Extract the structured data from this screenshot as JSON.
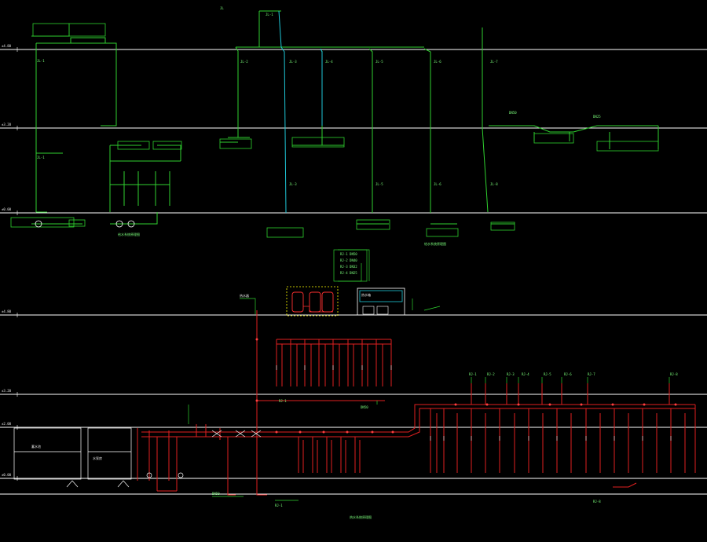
{
  "drawing": {
    "background": "#000000",
    "colors": {
      "floor_line": "#ffffff",
      "supply_pipe": "#2fd12f",
      "riser_pipe": "#1fc8d8",
      "hot_water_pipe": "#e02020",
      "label_text": "#e8e8e8",
      "frame": "#ffff00"
    },
    "icons": [
      "pump-icon",
      "water-tank-icon",
      "valve-icon",
      "water-heater-icon"
    ],
    "top_floor_tags": [
      "3L-1",
      "JL-1",
      "JL-2",
      "JL-3",
      "JL-4",
      "JL-5",
      "JL-6",
      "JL-7",
      "JL-8"
    ],
    "bottom_floor_tags": [
      "RJ-1",
      "RJ-2",
      "RJ-3",
      "RJ-4",
      "RJ-5",
      "RJ-6",
      "RJ-7",
      "RJ-8"
    ],
    "titles": [
      "给水系统原理图",
      "热水系统原理图"
    ]
  }
}
